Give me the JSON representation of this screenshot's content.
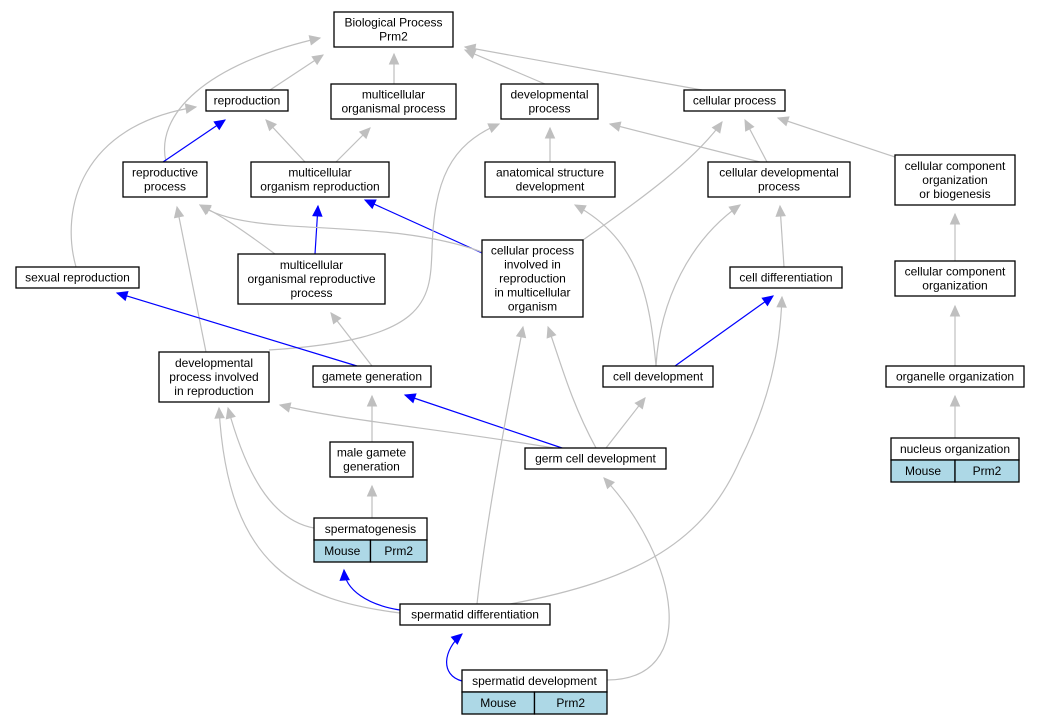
{
  "graph": {
    "colors": {
      "inherited": "#bfbfbf",
      "direct": "#0000ff",
      "annotation": "#add8e6"
    },
    "nodes": [
      {
        "id": "bp",
        "lines": [
          "Biological Process",
          "Prm2"
        ]
      },
      {
        "id": "repro",
        "lines": [
          "reproduction"
        ]
      },
      {
        "id": "mop",
        "lines": [
          "multicellular",
          "organismal process"
        ]
      },
      {
        "id": "devp",
        "lines": [
          "developmental",
          "process"
        ]
      },
      {
        "id": "cellp",
        "lines": [
          "cellular process"
        ]
      },
      {
        "id": "rprocp",
        "lines": [
          "reproductive",
          "process"
        ]
      },
      {
        "id": "mor",
        "lines": [
          "multicellular",
          "organism reproduction"
        ]
      },
      {
        "id": "asd",
        "lines": [
          "anatomical structure",
          "development"
        ]
      },
      {
        "id": "cdp",
        "lines": [
          "cellular developmental",
          "process"
        ]
      },
      {
        "id": "ccob",
        "lines": [
          "cellular component",
          "organization",
          "or biogenesis"
        ]
      },
      {
        "id": "cpir",
        "lines": [
          "cellular process",
          "involved in",
          "reproduction",
          "in multicellular",
          "organism"
        ]
      },
      {
        "id": "sexr",
        "lines": [
          "sexual reproduction"
        ]
      },
      {
        "id": "morp",
        "lines": [
          "multicellular",
          "organismal reproductive",
          "process"
        ]
      },
      {
        "id": "celld",
        "lines": [
          "cell differentiation"
        ]
      },
      {
        "id": "cco",
        "lines": [
          "cellular component",
          "organization"
        ]
      },
      {
        "id": "dpir",
        "lines": [
          "developmental",
          "process involved",
          "in reproduction"
        ]
      },
      {
        "id": "gg",
        "lines": [
          "gamete generation"
        ]
      },
      {
        "id": "cdev",
        "lines": [
          "cell development"
        ]
      },
      {
        "id": "oo",
        "lines": [
          "organelle organization"
        ]
      },
      {
        "id": "mgg",
        "lines": [
          "male gamete",
          "generation"
        ]
      },
      {
        "id": "gcd",
        "lines": [
          "germ cell development"
        ]
      },
      {
        "id": "no",
        "lines": [
          "nucleus organization"
        ],
        "tags": [
          "Mouse",
          "Prm2"
        ]
      },
      {
        "id": "sg",
        "lines": [
          "spermatogenesis"
        ],
        "tags": [
          "Mouse",
          "Prm2"
        ]
      },
      {
        "id": "sdiff",
        "lines": [
          "spermatid differentiation"
        ]
      },
      {
        "id": "sdev",
        "lines": [
          "spermatid development"
        ],
        "tags": [
          "Mouse",
          "Prm2"
        ]
      }
    ],
    "edges": [
      {
        "id": "repro-bp",
        "kind": "gray"
      },
      {
        "id": "mop-bp",
        "kind": "gray"
      },
      {
        "id": "devp-bp",
        "kind": "gray"
      },
      {
        "id": "cellp-bp",
        "kind": "gray"
      },
      {
        "id": "rprocp-bp",
        "kind": "gray"
      },
      {
        "id": "rprocp-repro",
        "kind": "blue"
      },
      {
        "id": "mor-repro",
        "kind": "gray"
      },
      {
        "id": "mor-mop",
        "kind": "gray"
      },
      {
        "id": "asd-devp",
        "kind": "gray"
      },
      {
        "id": "cdp-devp",
        "kind": "gray"
      },
      {
        "id": "cdp-cellp",
        "kind": "gray"
      },
      {
        "id": "ccob-cellp",
        "kind": "gray"
      },
      {
        "id": "sexr-repro",
        "kind": "gray"
      },
      {
        "id": "morp-mor",
        "kind": "blue"
      },
      {
        "id": "morp-rprocp",
        "kind": "gray"
      },
      {
        "id": "cpir-cellp",
        "kind": "gray"
      },
      {
        "id": "cpir-mor",
        "kind": "blue"
      },
      {
        "id": "cpir-rprocp",
        "kind": "gray"
      },
      {
        "id": "celld-cdp",
        "kind": "gray"
      },
      {
        "id": "cco-ccob",
        "kind": "gray"
      },
      {
        "id": "dpir-rprocp",
        "kind": "gray"
      },
      {
        "id": "dpir-devp",
        "kind": "gray"
      },
      {
        "id": "gg-sexr",
        "kind": "blue"
      },
      {
        "id": "gg-morp",
        "kind": "gray"
      },
      {
        "id": "cdev-asd",
        "kind": "gray"
      },
      {
        "id": "cdev-cdp",
        "kind": "gray"
      },
      {
        "id": "cdev-celld",
        "kind": "blue"
      },
      {
        "id": "oo-cco",
        "kind": "gray"
      },
      {
        "id": "mgg-gg",
        "kind": "gray"
      },
      {
        "id": "gcd-gg",
        "kind": "blue"
      },
      {
        "id": "gcd-dpir",
        "kind": "gray"
      },
      {
        "id": "gcd-cpir",
        "kind": "gray"
      },
      {
        "id": "gcd-cdev",
        "kind": "gray"
      },
      {
        "id": "no-oo",
        "kind": "gray"
      },
      {
        "id": "sg-mgg",
        "kind": "gray"
      },
      {
        "id": "sg-dpir",
        "kind": "gray"
      },
      {
        "id": "sdiff-sg",
        "kind": "blue"
      },
      {
        "id": "sdiff-dpir",
        "kind": "gray"
      },
      {
        "id": "sdiff-cpir",
        "kind": "gray"
      },
      {
        "id": "sdiff-celld",
        "kind": "gray"
      },
      {
        "id": "sdev-sdiff",
        "kind": "blue"
      },
      {
        "id": "sdev-gcd",
        "kind": "gray"
      }
    ]
  }
}
